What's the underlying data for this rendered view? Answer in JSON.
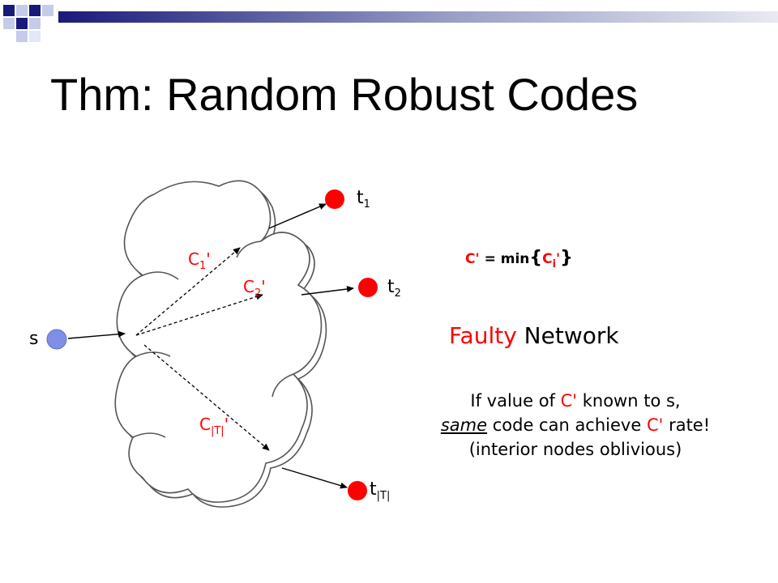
{
  "slide": {
    "title": "Thm: Random Robust Codes"
  },
  "diagram": {
    "source_label": "s",
    "sinks": [
      {
        "base": "t",
        "sub": "1"
      },
      {
        "base": "t",
        "sub": "2"
      },
      {
        "base": "t",
        "sub": "|T|"
      }
    ],
    "paths": [
      {
        "base": "C",
        "sub": "1",
        "suffix": "'"
      },
      {
        "base": "C",
        "sub": "2",
        "suffix": "'"
      },
      {
        "base": "C",
        "sub": "|T|",
        "suffix": "'"
      }
    ],
    "colors": {
      "node": "#ff0000",
      "source_node": "#7f8fe6",
      "label": "#ff0000",
      "accent_bar": "#1a1a7a"
    }
  },
  "formula": {
    "lhs": "C'",
    "eq": " = min",
    "open": "{",
    "term_base": "C",
    "term_sub": "i",
    "term_suffix": "'",
    "close": "}"
  },
  "network": {
    "word1": "Faulty",
    "word2": " Network",
    "word1_color": "#ff0000"
  },
  "note": {
    "l1_a": "If value of ",
    "l1_b": "C'",
    "l1_c": " known to s,",
    "l2_a": "same",
    "l2_b": " code can achieve ",
    "l2_c": "C'",
    "l2_d": " rate!",
    "l3": "(interior nodes oblivious)"
  }
}
